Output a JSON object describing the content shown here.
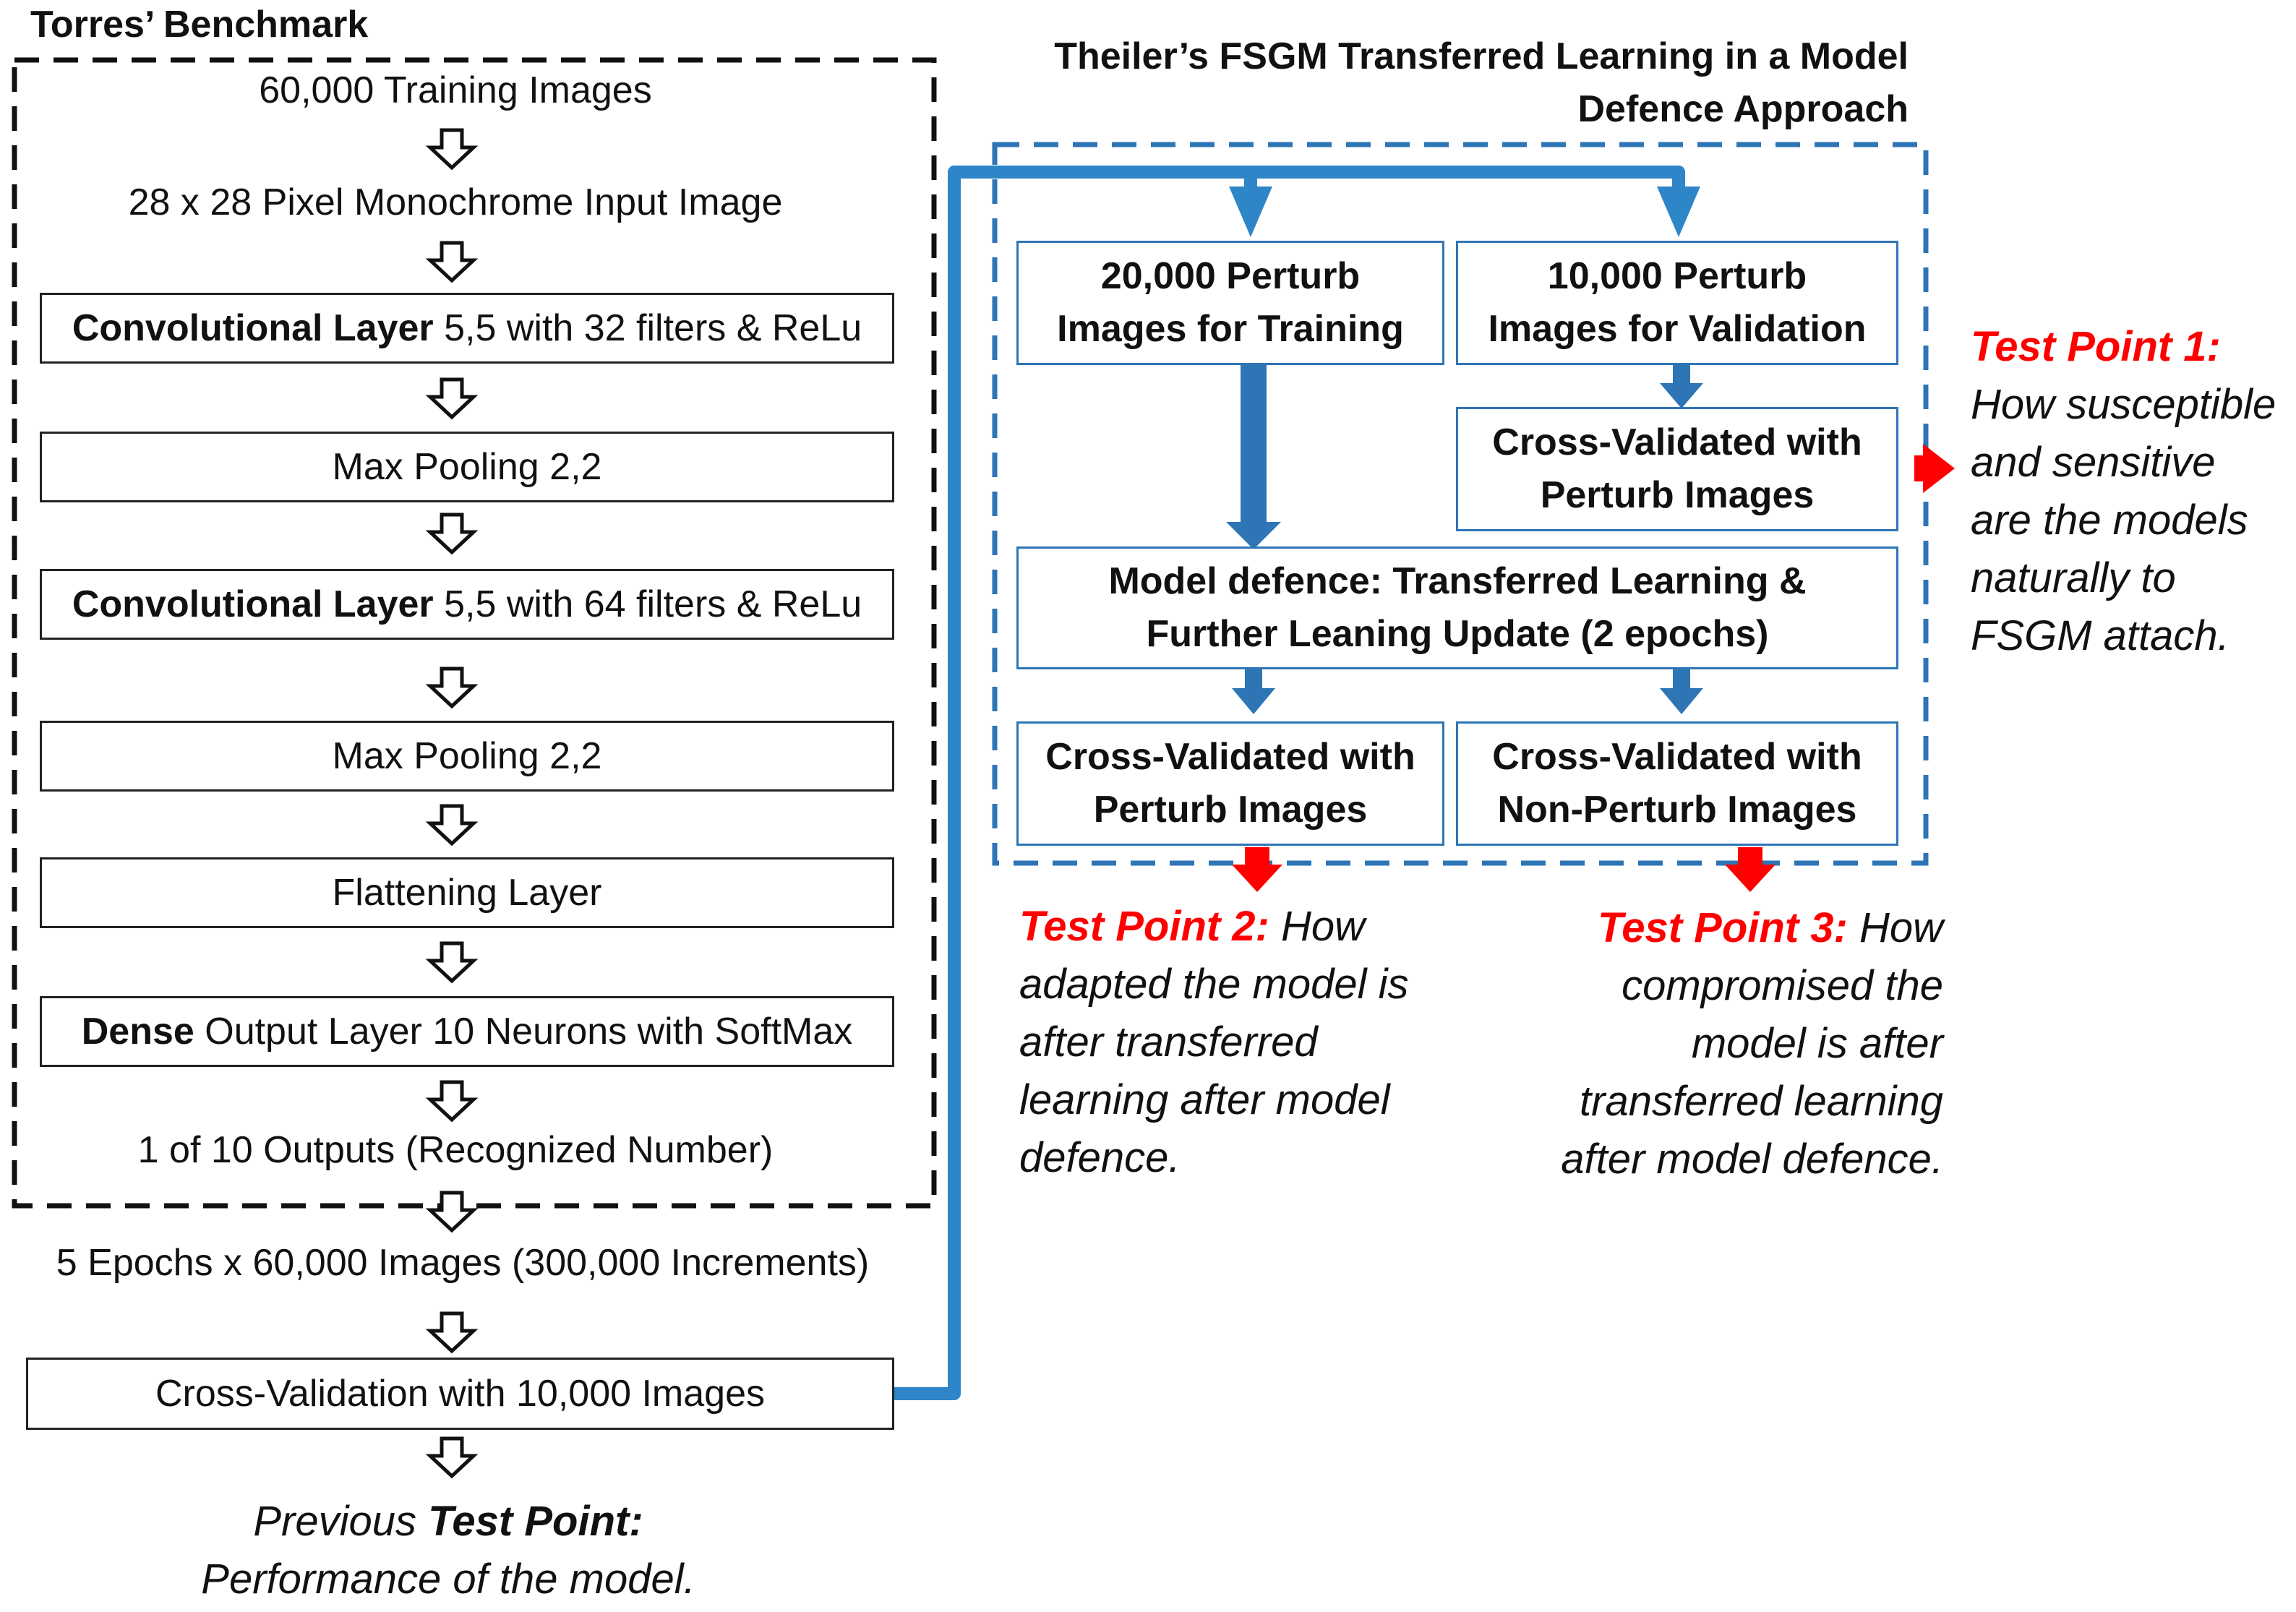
{
  "left_panel": {
    "title": "Torres’ Benchmark",
    "training_images": "60,000 Training Images",
    "input_image": "28 x 28 Pixel  Monochrome Input Image",
    "conv1": {
      "bold": "Convolutional Layer",
      "rest": " 5,5 with 32 filters & ReLu"
    },
    "pool1": "Max Pooling 2,2",
    "conv2": {
      "bold": "Convolutional Layer",
      "rest": " 5,5 with 64 filters & ReLu"
    },
    "pool2": "Max Pooling 2,2",
    "flatten": "Flattening Layer",
    "dense": {
      "bold": "Dense",
      "rest": " Output Layer 10 Neurons with SoftMax"
    },
    "outputs": "1 of 10 Outputs (Recognized Number)",
    "epochs": "5 Epochs x 60,000  Images (300,000 Increments)",
    "cross_validation": "Cross-Validation with 10,000 Images",
    "previous_test_point": {
      "pre": "Previous ",
      "bold": "Test Point:",
      "line2": "Performance of the model."
    }
  },
  "right_panel": {
    "title_line1": "Theiler’s FSGM Transferred Learning in a Model",
    "title_line2": "Defence Approach",
    "perturb_training": [
      "20,000 Perturb",
      "Images for Training"
    ],
    "perturb_validation": [
      "10,000 Perturb",
      "Images for Validation"
    ],
    "cv_perturb_top": [
      "Cross-Validated with",
      "Perturb Images"
    ],
    "model_defence": [
      "Model defence: Transferred Learning &",
      "Further Leaning Update (2 epochs)"
    ],
    "cv_perturb_bottom": [
      "Cross-Validated with",
      "Perturb Images"
    ],
    "cv_non_perturb": [
      "Cross-Validated with",
      "Non-Perturb Images"
    ]
  },
  "test_points": {
    "tp1": {
      "label": "Test Point 1:",
      "lines": [
        "How susceptible",
        "and sensitive",
        "are the models",
        "naturally to",
        "FSGM attach."
      ]
    },
    "tp2": {
      "label": "Test Point 2:",
      "first": " How",
      "lines": [
        "adapted the model is",
        "after transferred",
        "learning after model",
        "defence."
      ]
    },
    "tp3": {
      "label": "Test Point 3:",
      "first": " How",
      "lines": [
        "compromised the",
        "model is after",
        "transferred learning",
        "after model defence."
      ]
    }
  },
  "colors": {
    "blue_line": "#2e86c8",
    "blue_arrow": "#2e75b6",
    "red_arrow": "#ff0000",
    "dashed_black": "#111111",
    "dashed_blue": "#2e75b6"
  }
}
